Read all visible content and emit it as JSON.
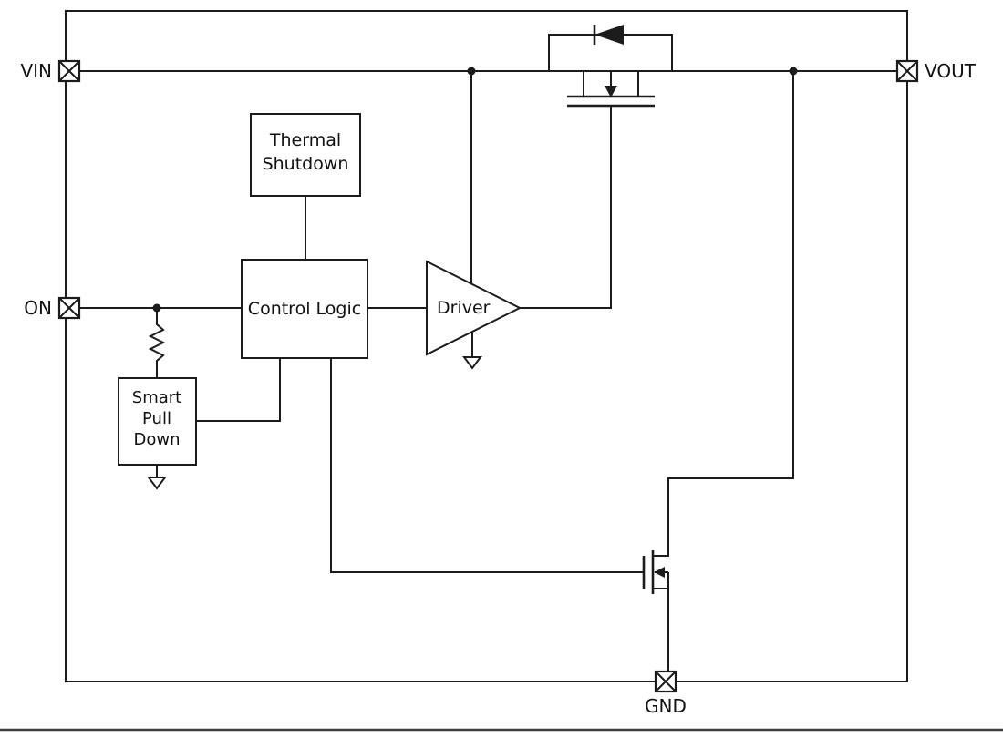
{
  "pins": {
    "vin": {
      "label": "VIN"
    },
    "vout": {
      "label": "VOUT"
    },
    "on": {
      "label": "ON"
    },
    "gnd": {
      "label": "GND"
    }
  },
  "blocks": {
    "thermal_shutdown": {
      "line1": "Thermal",
      "line2": "Shutdown"
    },
    "control_logic": {
      "label": "Control Logic"
    },
    "driver": {
      "label": "Driver"
    },
    "smart_pull_down": {
      "line1": "Smart",
      "line2": "Pull",
      "line3": "Down"
    }
  },
  "symbols": {
    "pass_fet": "pmos-pass-transistor",
    "body_diode": "body-diode",
    "discharge_fet": "nmos-discharge-transistor",
    "pulldown_resistor": "resistor",
    "ground": "ground-symbol"
  },
  "colors": {
    "line": "#1c1c1c",
    "background": "#ffffff",
    "text": "#111111",
    "footer_rule": "#3f3f3f"
  }
}
